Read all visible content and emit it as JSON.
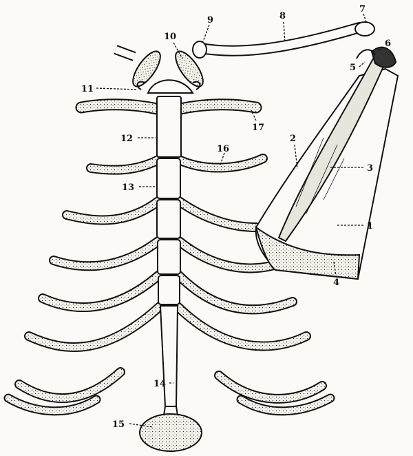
{
  "figure": {
    "labels": [
      {
        "id": "label-1",
        "text": "1"
      },
      {
        "id": "label-2",
        "text": "2"
      },
      {
        "id": "label-3",
        "text": "3"
      },
      {
        "id": "label-4",
        "text": "4"
      },
      {
        "id": "label-5",
        "text": "5"
      },
      {
        "id": "label-6",
        "text": "6"
      },
      {
        "id": "label-7",
        "text": "7"
      },
      {
        "id": "label-8",
        "text": "8"
      },
      {
        "id": "label-9",
        "text": "9"
      },
      {
        "id": "label-10",
        "text": "10"
      },
      {
        "id": "label-11",
        "text": "11"
      },
      {
        "id": "label-12",
        "text": "12"
      },
      {
        "id": "label-13",
        "text": "13"
      },
      {
        "id": "label-14",
        "text": "14"
      },
      {
        "id": "label-15",
        "text": "15"
      },
      {
        "id": "label-16",
        "text": "16"
      },
      {
        "id": "label-17",
        "text": "17"
      }
    ],
    "colors": {
      "ink": "#111111",
      "paper": "#fbfaf6"
    }
  }
}
